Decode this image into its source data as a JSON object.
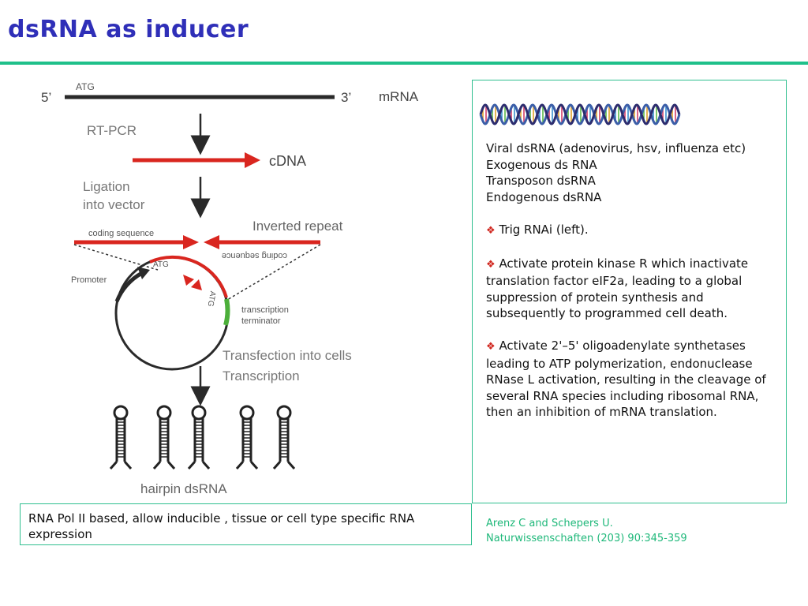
{
  "title": "dsRNA as inducer",
  "diagram": {
    "label_5prime": "5’",
    "label_atg_top": "ATG",
    "label_3prime": "3’",
    "label_mrna": "mRNA",
    "label_rtpcr": "RT-PCR",
    "label_cdna": "cDNA",
    "label_ligation_1": "Ligation",
    "label_ligation_2": "into vector",
    "label_coding_sequence": "coding sequence",
    "label_inverted_repeat": "Inverted repeat",
    "label_coding_sequence_rev": "coding sequence",
    "label_promoter": "Promoter",
    "label_atg_plasmid": "ATG",
    "label_gta": "ATG",
    "label_terminator_1": "transcription",
    "label_terminator_2": "terminator",
    "label_transfection": "Transfection into cells",
    "label_transcription": "Transcription",
    "label_hairpin": "hairpin dsRNA",
    "colors": {
      "red": "#d9261f",
      "green": "#4caf3a",
      "dark": "#2a2a2a",
      "label": "#666666"
    }
  },
  "right_box": {
    "intro_lines": [
      "Viral dsRNA (adenovirus, hsv, influenza etc)",
      "Exogenous ds RNA",
      "Transposon dsRNA",
      "Endogenous dsRNA"
    ],
    "bullet_symbol": "❖",
    "bullets": [
      "Trig RNAi (left).",
      "Activate protein kinase R which inactivate translation factor eIF2a, leading to a global suppression of protein synthesis and subsequently to programmed cell death.",
      "Activate 2'–5' oligoadenylate synthetases leading to ATP polymerization, endonuclease RNase L activation, resulting in the cleavage of several RNA species including ribosomal RNA, then an inhibition of mRNA translation."
    ]
  },
  "bottom_box": {
    "text": "RNA Pol II based, allow inducible , tissue or cell type specific RNA expression"
  },
  "citation": {
    "line1": "Arenz C and Schepers U.",
    "line2": "Naturwissenschaften (203) 90:345-359"
  }
}
